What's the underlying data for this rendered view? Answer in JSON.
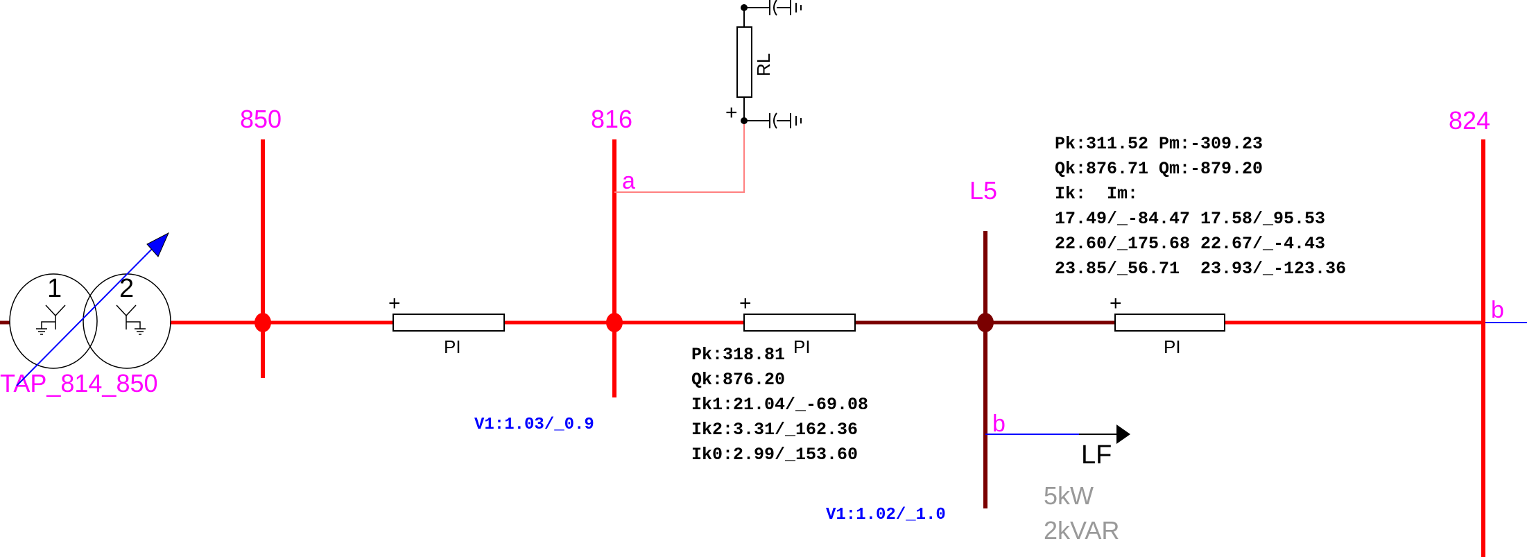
{
  "colors": {
    "bus_energized": "#ff0000",
    "bus_dark": "#7a0000",
    "label": "#ff00ff",
    "voltage": "#0000ff",
    "tap_arrow": "#0000ff",
    "load_text": "#999999",
    "branch_link": "#ff8080"
  },
  "buses": {
    "b850": "850",
    "b816": "816",
    "l5": "L5",
    "b824": "824"
  },
  "transformer": {
    "name": "TAP_814_850",
    "winding1": "1",
    "winding2": "2"
  },
  "phases": {
    "a816": "a",
    "b_l5": "b",
    "b824": "b"
  },
  "elements": {
    "pi1": "PI",
    "pi2": "PI",
    "pi3": "PI",
    "rl": "RL",
    "plus": "+"
  },
  "voltages": {
    "v816": "V1:1.03/_0.9",
    "vl5": "V1:1.02/_1.0"
  },
  "line_816_l5": {
    "lines": [
      "Pk:318.81",
      "Qk:876.20",
      "Ik1:21.04/_-69.08",
      "Ik2:3.31/_162.36",
      "Ik0:2.99/_153.60"
    ]
  },
  "line_l5_824": {
    "lines": [
      "Pk:311.52 Pm:-309.23",
      "Qk:876.71 Qm:-879.20",
      "Ik:  Im:",
      "17.49/_-84.47 17.58/_95.53",
      "22.60/_175.68 22.67/_-4.43",
      "23.85/_56.71  23.93/_-123.36"
    ]
  },
  "load": {
    "name": "LF",
    "p": "5kW",
    "q": "2kVAR"
  }
}
